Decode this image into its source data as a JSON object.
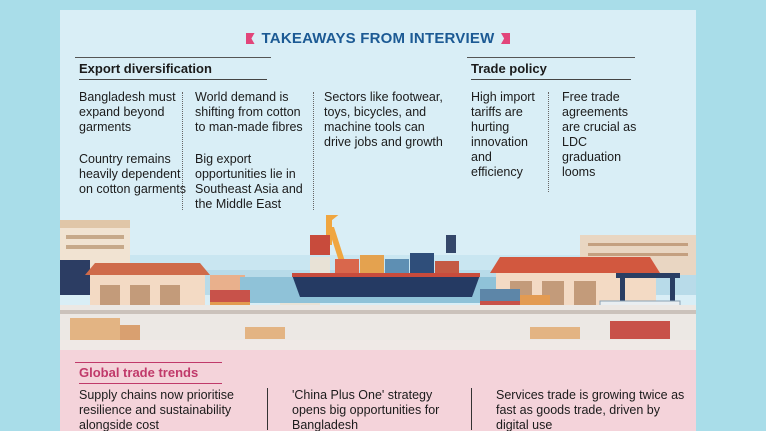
{
  "title": "TAKEAWAYS FROM INTERVIEW",
  "export": {
    "heading": "Export diversification",
    "col1": [
      "Bangladesh must expand beyond garments",
      "Country remains heavily dependent on cotton garments"
    ],
    "col2": [
      "World demand is shifting from cotton to man-made fibres",
      "Big export opportunities lie in Southeast Asia and the Middle East"
    ],
    "col3": "Sectors like footwear, toys, bicycles, and machine tools can drive jobs and growth"
  },
  "trade": {
    "heading": "Trade policy",
    "col1": "High import tariffs are hurting innovation and efficiency",
    "col2": "Free trade agreements are crucial as LDC graduation looms"
  },
  "trends": {
    "heading": "Global trade trends",
    "items": [
      "Supply chains now prioritise resilience and sustainability alongside cost",
      "'China Plus One' strategy opens big opportunities for Bangladesh",
      "Services trade is growing twice as fast as goods trade, driven by digital use"
    ]
  },
  "colors": {
    "background": "#a9dde9",
    "title": "#1c5a94",
    "accent": "#e2457a",
    "trends_bg": "#f4d3da",
    "trends_heading": "#c0396a"
  },
  "icons": [
    "flag-icon",
    "port-illustration"
  ]
}
